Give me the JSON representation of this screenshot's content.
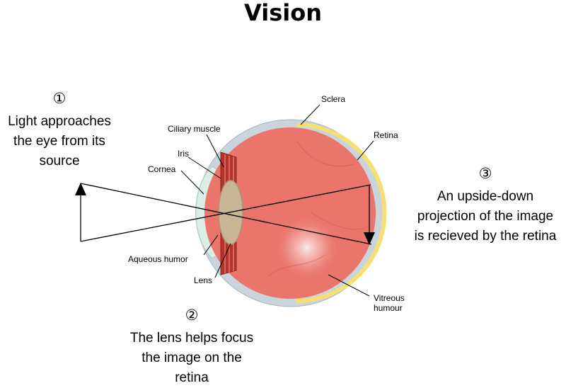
{
  "title": "Vision",
  "steps": [
    {
      "number": "①",
      "text": "Light approaches\nthe eye from its\nsource"
    },
    {
      "number": "②",
      "text": "The lens helps focus\nthe image on the\nretina"
    },
    {
      "number": "③",
      "text": "An upside-down\nprojection of the image\nis recieved by the retina"
    }
  ],
  "labels": {
    "sclera": "Sclera",
    "retina": "Retina",
    "ciliary_muscle": "Ciliary muscle",
    "iris": "Iris",
    "cornea": "Cornea",
    "aqueous_humor": "Aqueous humor",
    "lens": "Lens",
    "vitreous_humour": "Vitreous\nhumour"
  },
  "colors": {
    "eye_interior": "#e9756b",
    "sclera": "#c9d4dc",
    "retina": "#f6e073",
    "lens": "#c8b694",
    "ciliary": "#b3332c",
    "cornea": "#dcefe6"
  }
}
